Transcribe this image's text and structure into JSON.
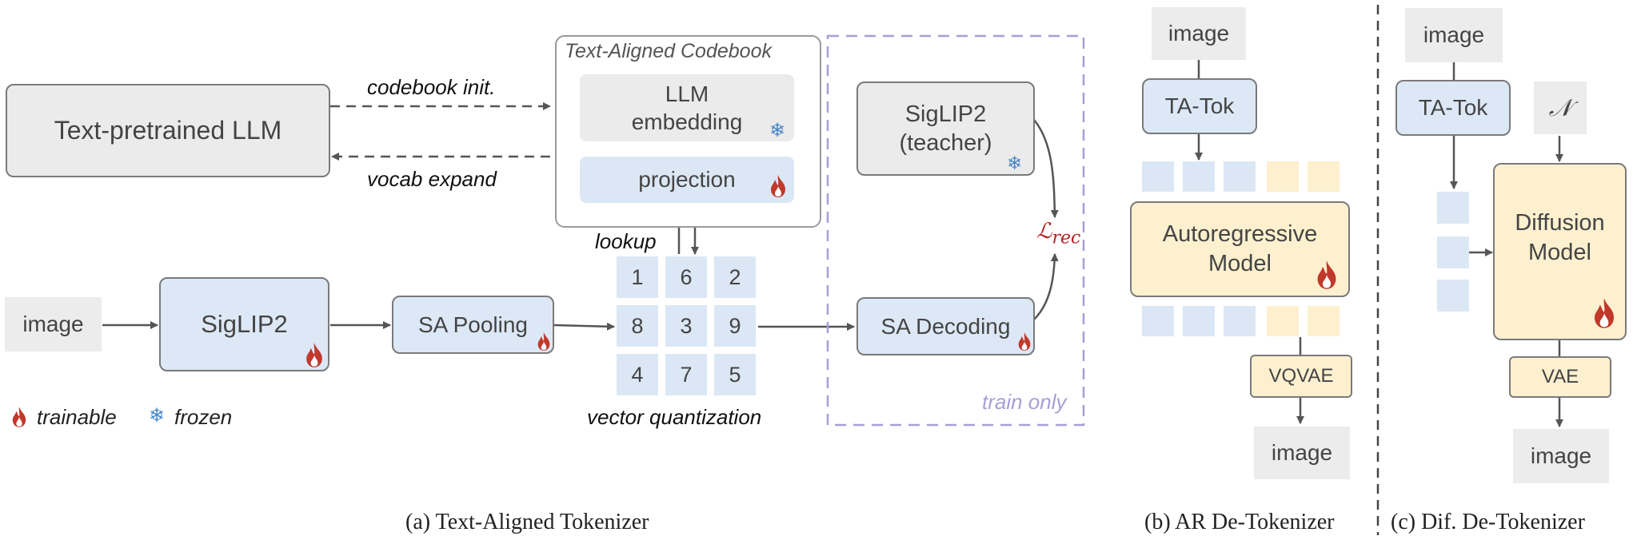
{
  "colors": {
    "gray_box": "#ebebeb",
    "blue_box": "#dce8f5",
    "yellow_box": "#fdf0cf",
    "dashed_purple": "#a89ed6",
    "fire": "#c0392b",
    "snow": "#4a86c8",
    "loss": "#b22222"
  },
  "panel_a": {
    "llm": "Text-pretrained LLM",
    "codebook_init": "codebook init.",
    "vocab_expand": "vocab expand",
    "codebook_title": "Text-Aligned Codebook",
    "llm_embedding_line1": "LLM",
    "llm_embedding_line2": "embedding",
    "projection": "projection",
    "lookup": "lookup",
    "image": "image",
    "siglip2": "SigLIP2",
    "sa_pooling": "SA Pooling",
    "grid": [
      "1",
      "6",
      "2",
      "8",
      "3",
      "9",
      "4",
      "7",
      "5"
    ],
    "vector_quantization": "vector quantization",
    "teacher_line1": "SigLIP2",
    "teacher_line2": "(teacher)",
    "sa_decoding": "SA Decoding",
    "loss": "ℒ",
    "loss_sub": "rec",
    "train_only": "train only",
    "legend_trainable": "trainable",
    "legend_frozen": "frozen",
    "caption": "(a) Text-Aligned Tokenizer"
  },
  "panel_b": {
    "image_top": "image",
    "ta_tok": "TA-Tok",
    "ar_line1": "Autoregressive",
    "ar_line2": "Model",
    "vqvae": "VQVAE",
    "image_bottom": "image",
    "caption": "(b) AR De-Tokenizer"
  },
  "panel_c": {
    "image_top": "image",
    "ta_tok": "TA-Tok",
    "noise": "𝒩",
    "diff_line1": "Diffusion",
    "diff_line2": "Model",
    "vae": "VAE",
    "image_bottom": "image",
    "caption": "(c) Dif. De-Tokenizer"
  },
  "icons": {
    "fire": "fire-icon",
    "snow": "snowflake-icon"
  }
}
